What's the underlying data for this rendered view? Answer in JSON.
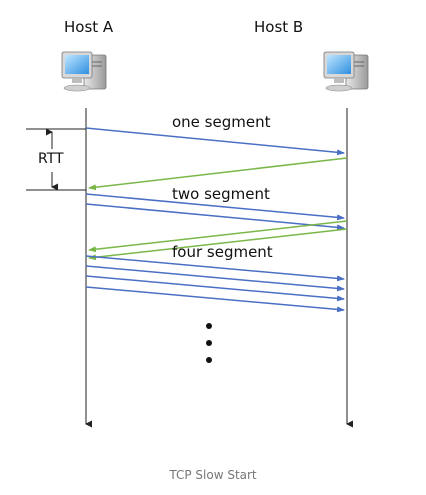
{
  "diagram": {
    "host_a_label": "Host A",
    "host_b_label": "Host B",
    "rtt_label": "RTT",
    "segment_labels": [
      "one segment",
      "two segment",
      "four segment"
    ],
    "caption": "TCP Slow Start",
    "colors": {
      "data_arrow": "#4a6fc4",
      "ack_arrow": "#7ab648",
      "timeline": "#222222"
    },
    "icons": [
      "computer-icon",
      "computer-icon"
    ],
    "continuation_marker": "vertical-ellipsis"
  }
}
